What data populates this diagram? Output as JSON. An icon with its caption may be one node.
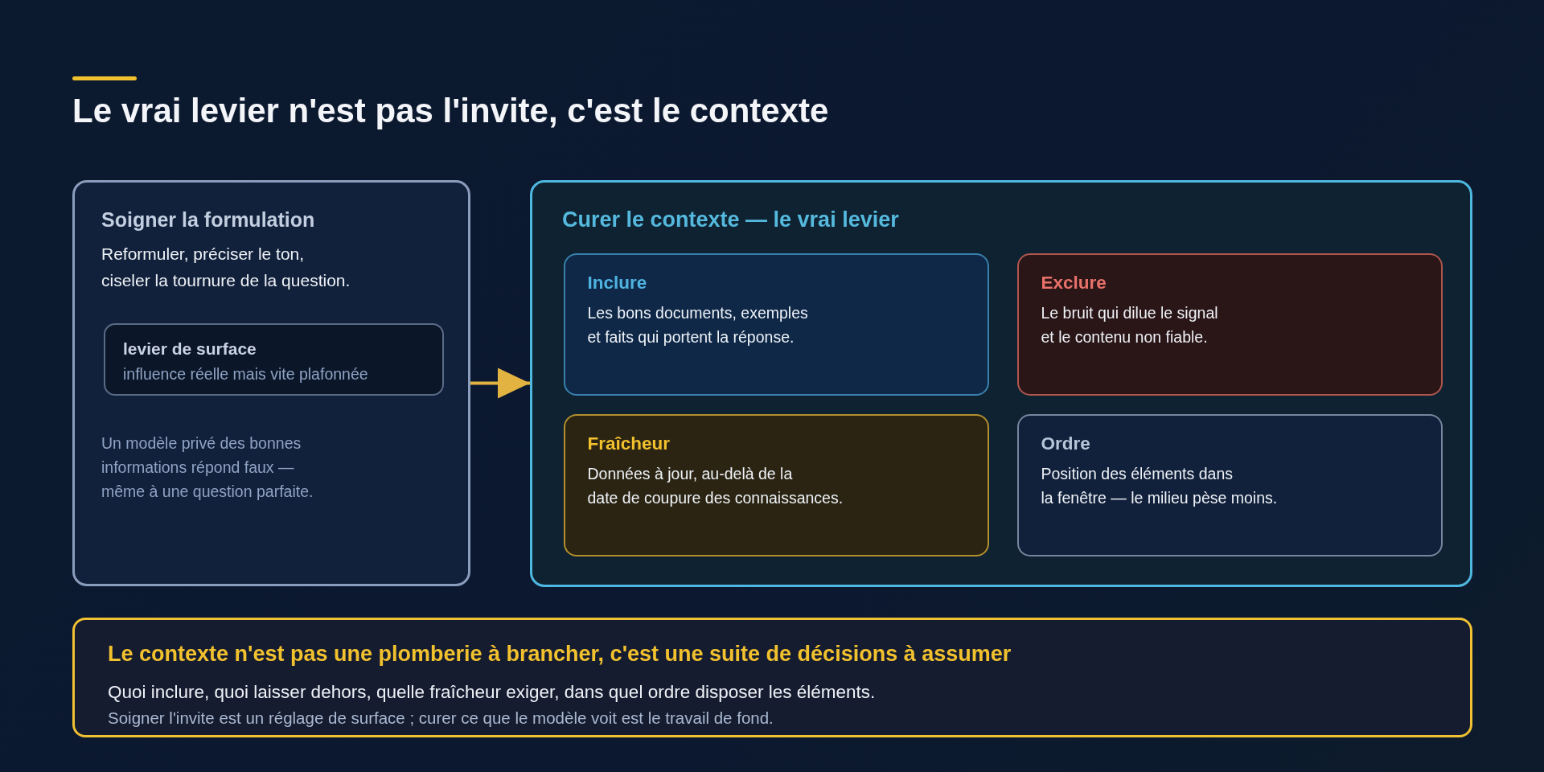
{
  "diagram": {
    "title": "Le vrai levier n'est pas l'invite, c'est le contexte",
    "nodes": [
      {
        "text": [
          "Soigner la formulation",
          "Reformuler, préciser le ton, ciseler la tournure de la question.",
          "Un modèle privé des bonnes informations répond faux — même à une question parfaite."
        ]
      },
      {
        "text": [
          "levier de surface",
          "influence réelle mais vite plafonnée"
        ],
        "in": 0
      },
      {
        "text": [
          "Curer le contexte — le vrai levier"
        ]
      },
      {
        "text": [
          "Inclure",
          "Les bons documents, exemples et faits qui portent la réponse."
        ],
        "in": 2
      },
      {
        "text": [
          "Exclure",
          "Le bruit qui dilue le signal et le contenu non fiable."
        ],
        "in": 2
      },
      {
        "text": [
          "Fraîcheur",
          "Données à jour, au-delà de la date de coupure des connaissances."
        ],
        "in": 2
      },
      {
        "text": [
          "Ordre",
          "Position des éléments dans la fenêtre — le milieu pèse moins."
        ],
        "in": 2
      },
      {
        "text": [
          "Le contexte n'est pas une plomberie à brancher, c'est une suite de décisions à assumer",
          "Quoi inclure, quoi laisser dehors, quelle fraîcheur exiger, dans quel ordre disposer les éléments.",
          "Soigner l'invite est un réglage de surface ; curer ce que le modèle voit est le travail de fond."
        ]
      }
    ],
    "edges": [
      {
        "from": 0,
        "to": 2,
        "arrow": "to"
      }
    ]
  }
}
